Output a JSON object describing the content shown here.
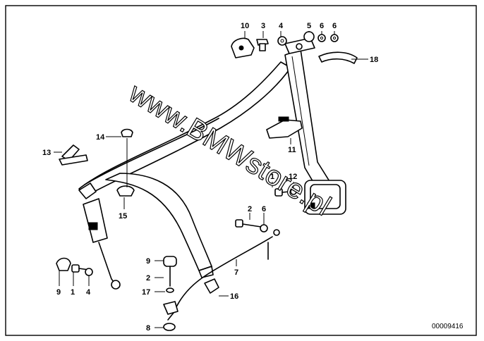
{
  "watermark": "www.BMWstore.pl",
  "diagram_id": "00009416",
  "callouts": {
    "c1a": "1",
    "c1b": "1",
    "c2a": "2",
    "c2b": "2",
    "c3": "3",
    "c4a": "4",
    "c4b": "4",
    "c5": "5",
    "c6a": "6",
    "c6b": "6",
    "c6c": "6",
    "c7": "7",
    "c8": "8",
    "c9a": "9",
    "c9b": "9",
    "c10": "10",
    "c11": "11",
    "c12": "12",
    "c13": "13",
    "c14": "14",
    "c15": "15",
    "c16": "16",
    "c17": "17",
    "c18": "18"
  }
}
